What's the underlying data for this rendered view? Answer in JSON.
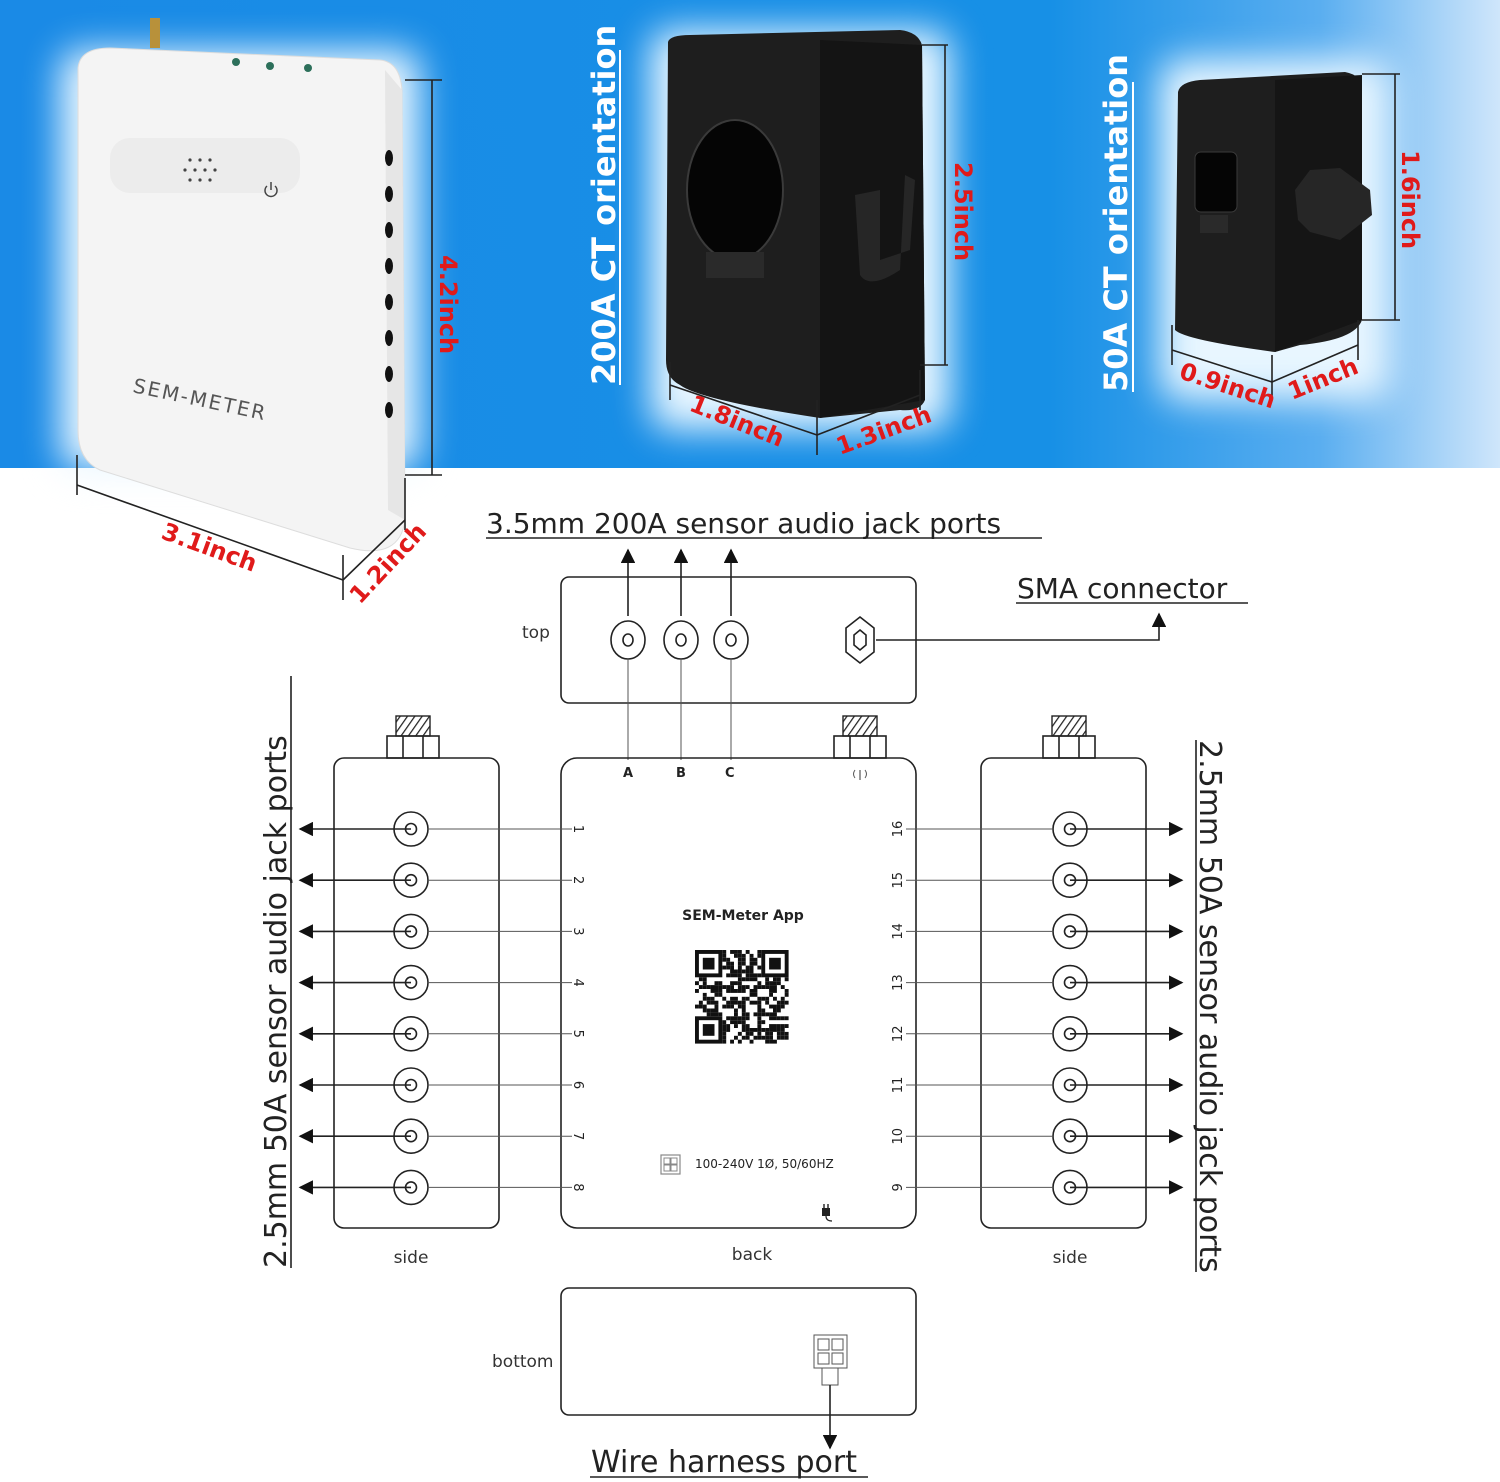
{
  "photos": {
    "device": {
      "brand": "SEM-METER",
      "dimensions": {
        "height": "4.2inch",
        "width": "3.1inch",
        "depth": "1.2inch"
      }
    },
    "ct_200a": {
      "title": "200A CT orientation",
      "dimensions": {
        "height": "2.5inch",
        "width": "1.8inch",
        "depth": "1.3inch"
      }
    },
    "ct_50a": {
      "title": "50A CT orientation",
      "dimensions": {
        "height": "1.6inch",
        "width": "0.9inch",
        "depth": "1inch"
      }
    }
  },
  "diagram": {
    "top_ports_label": "3.5mm 200A sensor audio jack ports",
    "sma_label": "SMA connector",
    "left_ports_label": "2.5mm 50A sensor audio jack ports",
    "right_ports_label": "2.5mm 50A sensor audio jack ports",
    "harness_label": "Wire harness port",
    "views": {
      "top": "top",
      "side_left": "side",
      "back": "back",
      "side_right": "side",
      "bottom": "bottom"
    },
    "top_jacks": [
      "A",
      "B",
      "C"
    ],
    "back": {
      "app_label": "SEM-Meter App",
      "power_spec": "100-240V 1Ø, 50/60HZ",
      "left_channels": [
        "1",
        "2",
        "3",
        "4",
        "5",
        "6",
        "7",
        "8"
      ],
      "right_channels": [
        "16",
        "15",
        "14",
        "13",
        "12",
        "11",
        "10",
        "9"
      ]
    }
  },
  "colors": {
    "banner_blue": "#1a8ae6",
    "dimension_red": "#e01a1a"
  }
}
